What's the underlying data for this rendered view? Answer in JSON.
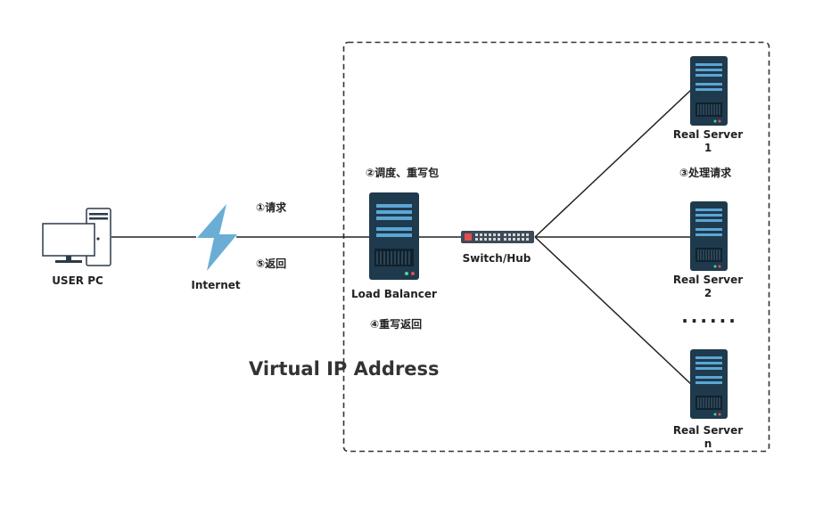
{
  "nodes": {
    "user_pc": "USER PC",
    "internet": "Internet",
    "load_balancer": "Load Balancer",
    "switch": "Switch/Hub",
    "server1": {
      "line1": "Real Server",
      "line2": "1"
    },
    "server2": {
      "line1": "Real Server",
      "line2": "2"
    },
    "servern": {
      "line1": "Real Server",
      "line2": "n"
    },
    "ellipsis": "......"
  },
  "steps": {
    "request": "①请求",
    "schedule": "②调度、重写包",
    "process": "③处理请求",
    "rewrite_return": "④重写返回",
    "return": "⑤返回"
  },
  "vip_label": "Virtual IP Address",
  "colors": {
    "server_body": "#1f3a4c",
    "server_panel": "#5aa6d6",
    "lightning": "#6aaed6",
    "switch_body": "#3e4a55"
  }
}
